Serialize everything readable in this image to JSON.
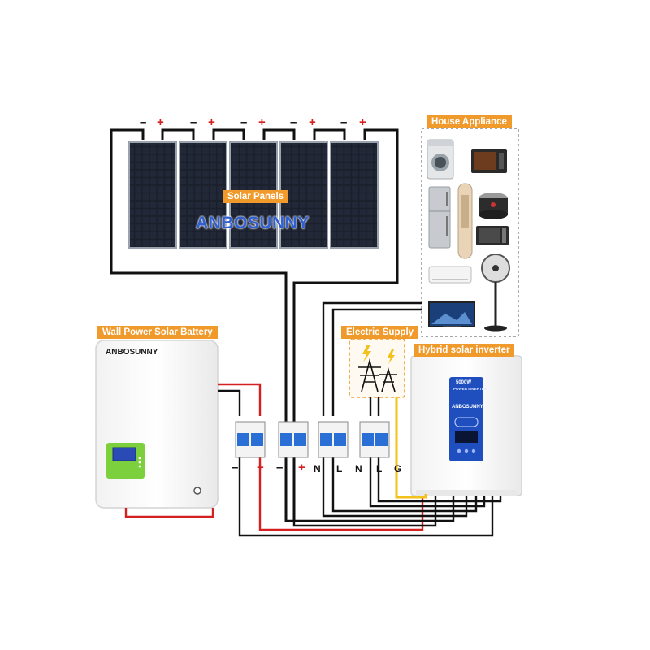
{
  "labels": {
    "solar_panels": "Solar Panels",
    "house_appliance": "House Appliance",
    "wall_battery": "Wall Power Solar Battery",
    "electric_supply": "Electric Supply",
    "hybrid_inverter": "Hybrid solar inverter"
  },
  "brand": {
    "panel_logo": "ANBOSUNNY",
    "battery_logo": "ANBOSUNNY",
    "inverter_logo": "ANBOSUNNY",
    "inverter_model": "5000W",
    "inverter_sub": "POWER INVERTER"
  },
  "panel_terminals": [
    "–",
    "+",
    "–",
    "+",
    "–",
    "+",
    "–",
    "+",
    "–",
    "+"
  ],
  "breaker_terminals": [
    "–",
    "+",
    "–",
    "+",
    "N",
    "L",
    "N",
    "L",
    "G"
  ],
  "appliances": [
    "washing-machine",
    "oven",
    "refrigerator",
    "air-conditioner-tower",
    "rice-cooker",
    "microwave",
    "split-air-conditioner",
    "fan",
    "television"
  ],
  "colors": {
    "accent": "#f19a2c",
    "positive_wire": "#d42020",
    "negative_wire": "#111111",
    "ground_wire": "#f2c21b",
    "breaker_blue": "#2a6fd6",
    "inverter_panel": "#1f4fbf",
    "battery_screen": "#7ccf3d"
  }
}
